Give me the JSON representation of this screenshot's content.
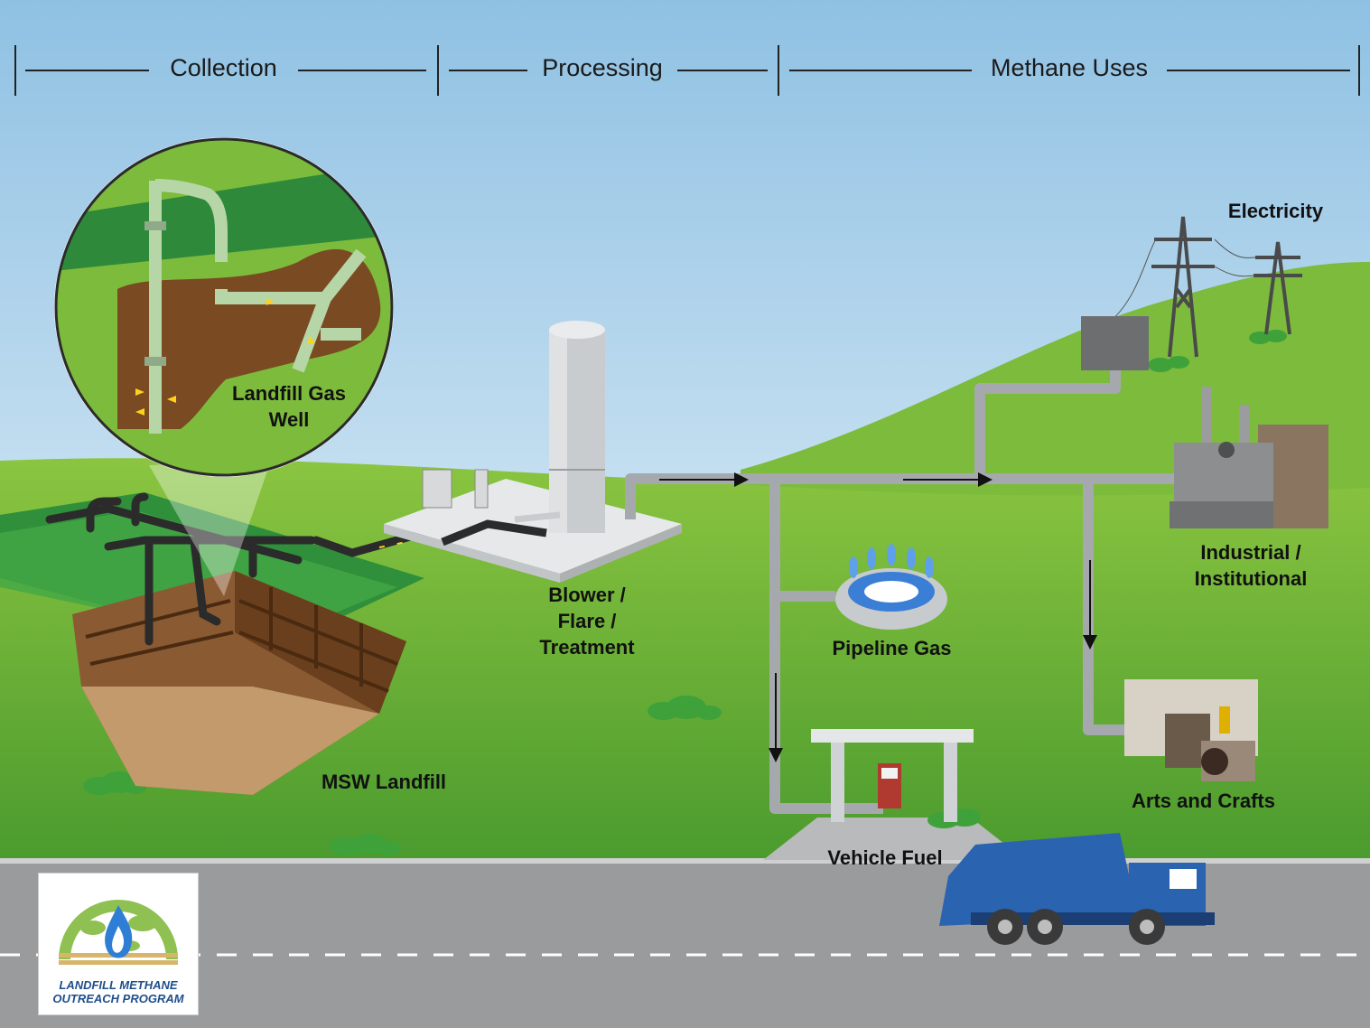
{
  "stages": {
    "collection": "Collection",
    "processing": "Processing",
    "methane_uses": "Methane Uses"
  },
  "labels": {
    "well_line1": "Landfill Gas",
    "well_line2": "Well",
    "msw": "MSW Landfill",
    "blower_line1": "Blower /",
    "blower_line2": "Flare /",
    "blower_line3": "Treatment",
    "electricity": "Electricity",
    "industrial_line1": "Industrial /",
    "industrial_line2": "Institutional",
    "pipeline": "Pipeline Gas",
    "vehicle": "Vehicle Fuel",
    "arts": "Arts and Crafts"
  },
  "logo": {
    "line1": "LANDFILL METHANE",
    "line2": "OUTREACH PROGRAM"
  },
  "colors": {
    "sky_top": "#8fc1e3",
    "grass": "#5dac35",
    "soil": "#7a4a22",
    "pipe": "#a5a9ad",
    "road": "#9a9b9d",
    "truck": "#2a63b0",
    "flame": "#3a7fd5"
  }
}
